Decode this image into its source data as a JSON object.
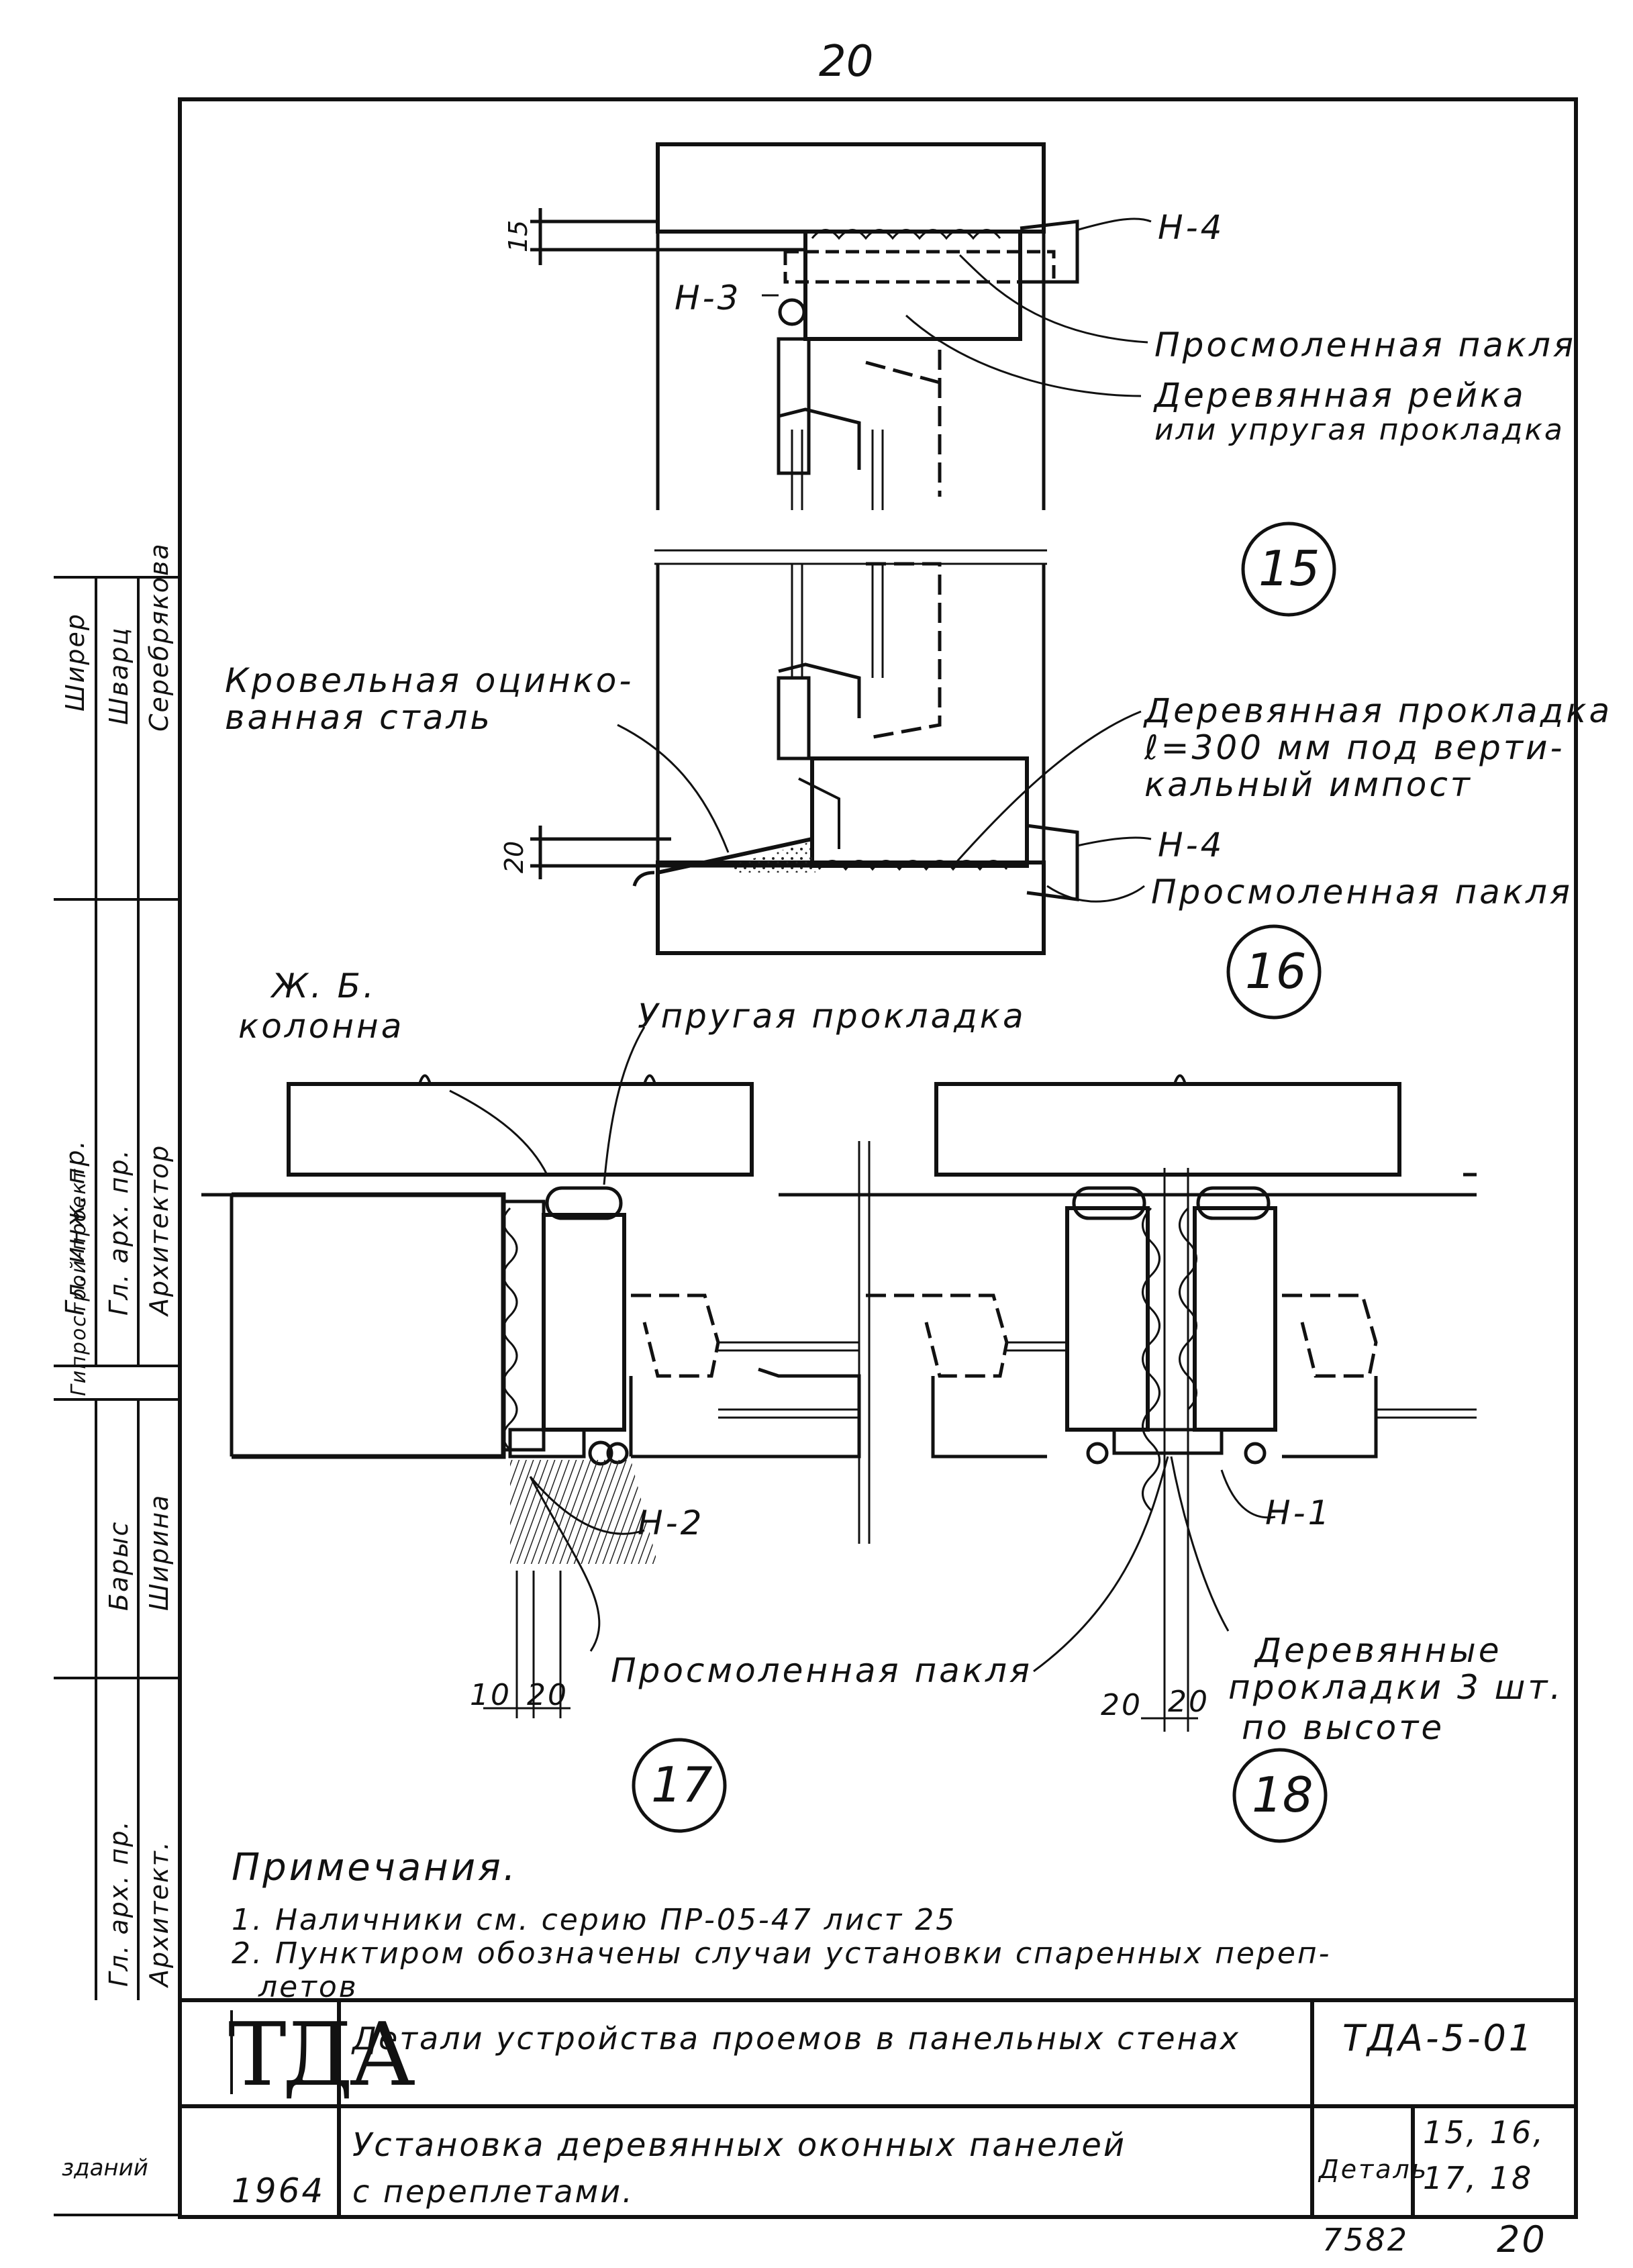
{
  "page_number_top": "20",
  "labels": {
    "n4_top": "Н-4",
    "n3": "Н-3",
    "prosmol_top": "Просмоленная пакля",
    "reika_1": "Деревянная рейка",
    "reika_2": "или упругая прокладка",
    "krovel_1": "Кровельная оцинко-",
    "krovel_2": "ванная сталь",
    "prokl16_1": "Деревянная прокладка",
    "prokl16_2": "ℓ=300 мм под верти-",
    "prokl16_3": "кальный импост",
    "n4_bottom": "Н-4",
    "prosmol_16": "Просмоленная пакля",
    "zhb_1": "Ж. Б.",
    "zhb_2": "колонна",
    "uprug": "Упругая прокладка",
    "n2": "Н-2",
    "n1": "Н-1",
    "prosmol_17": "Просмоленная пакля",
    "prokl18_1": "Деревянные",
    "prokl18_2": "прокладки 3 шт.",
    "prokl18_3": "по высоте"
  },
  "dimensions": {
    "d15": "15",
    "d20": "20",
    "d10": "10",
    "d20a": "20",
    "d20b": "20",
    "d20c": "20"
  },
  "details": [
    "15",
    "16",
    "17",
    "18"
  ],
  "notes": {
    "title": "Примечания.",
    "n1": "1. Наличники см. серию ПР-05-47 лист 25",
    "n2a": "2. Пунктиром обозначены случаи установки спаренных переп-",
    "n2b": "летов"
  },
  "title_block": {
    "logo": "ТДА",
    "year": "1964",
    "title1": "Детали устройства проемов в панельных стенах",
    "title2a": "Установка деревянных оконных панелей",
    "title2b": "с переплетами.",
    "code": "ТДА-5-01",
    "detail_label": "Деталь",
    "detail_nums_1": "15, 16,",
    "detail_nums_2": "17, 18",
    "inv": "7582",
    "page_bottom": "20"
  },
  "side_stamp": {
    "col1": [
      "Ширер",
      "Шварц",
      "Серебрякова"
    ],
    "col2": [
      "Гл. инж. пр.",
      "Гл. арх. пр.",
      "Архитектор"
    ],
    "col3": [
      "Барыс",
      "Ширина"
    ],
    "col4": [
      "Гл. арх. пр.",
      "Архитект."
    ],
    "org": "Гипрострой-проект",
    "org2": "зданий"
  }
}
